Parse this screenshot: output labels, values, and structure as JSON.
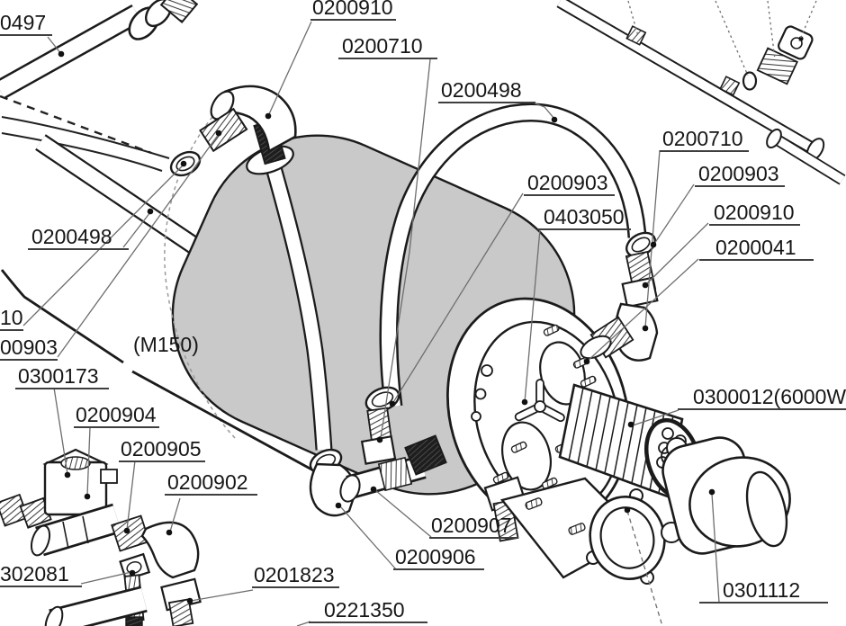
{
  "diagram": {
    "kind": "exploded-parts-diagram",
    "subject": "boiler-assembly",
    "colors": {
      "background": "#ffffff",
      "outline": "#1b1b1b",
      "boiler_fill": "#c9c9c9",
      "leader_line": "#6d6d6d",
      "label_text": "#161616",
      "underline": "#3f3f3f"
    },
    "model_note": "(M150)",
    "labels": [
      {
        "text": "0497"
      },
      {
        "text": "0200910"
      },
      {
        "text": "0200710"
      },
      {
        "text": "0200498"
      },
      {
        "text": "0200710"
      },
      {
        "text": "0200903"
      },
      {
        "text": "0200903"
      },
      {
        "text": "0403050"
      },
      {
        "text": "0200910"
      },
      {
        "text": "0200041"
      },
      {
        "text": "0200498"
      },
      {
        "text": "10"
      },
      {
        "text": "00903"
      },
      {
        "text": "0300173"
      },
      {
        "text": "(M150)"
      },
      {
        "text": "0200904"
      },
      {
        "text": "0200905"
      },
      {
        "text": "0200902"
      },
      {
        "text": "302081"
      },
      {
        "text": "0201823"
      },
      {
        "text": "0200907"
      },
      {
        "text": "0200906"
      },
      {
        "text": "0221350"
      },
      {
        "text": "0300012(6000W"
      },
      {
        "text": "0301112"
      }
    ]
  }
}
